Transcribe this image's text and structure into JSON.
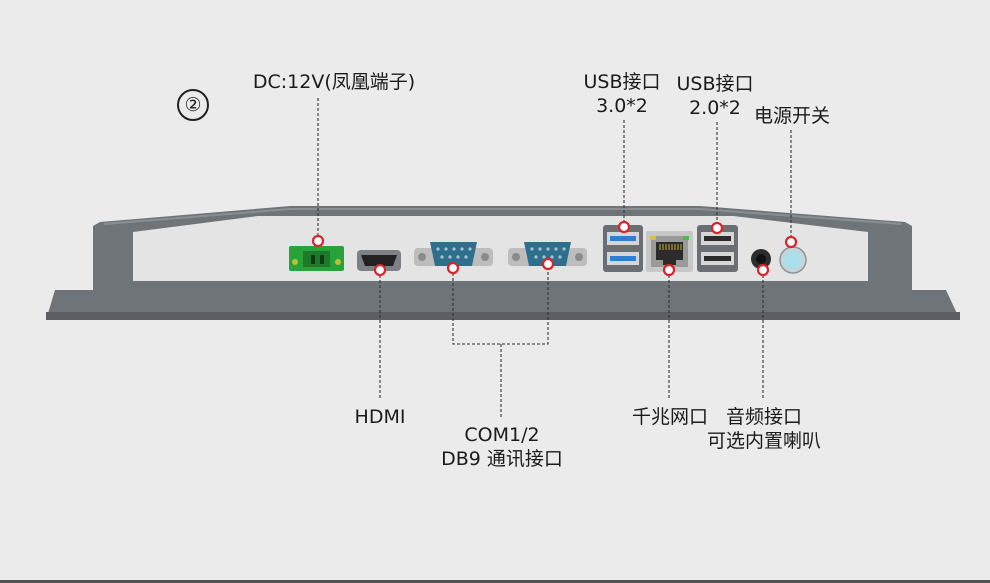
{
  "figure_marker": "②",
  "labels": {
    "dc_power": [
      "DC:12V(凤凰端子)"
    ],
    "usb3": [
      "USB接口",
      "3.0*2"
    ],
    "usb2": [
      "USB接口",
      "2.0*2"
    ],
    "power_switch": [
      "电源开关"
    ],
    "hdmi": [
      "HDMI"
    ],
    "com": [
      "COM1/2",
      "DB9 通讯接口"
    ],
    "lan": [
      "千兆网口"
    ],
    "audio": [
      "音频接口",
      "可选内置喇叭"
    ]
  },
  "colors": {
    "background": "#ebebeb",
    "bezel": "#6f7478",
    "panel": "#e4e4e4",
    "callout_dot": "#d9242a",
    "terminal_green": "#27a33a",
    "db9_blue": "#2f6f8c",
    "usb3_blue": "#2f7fd0"
  }
}
